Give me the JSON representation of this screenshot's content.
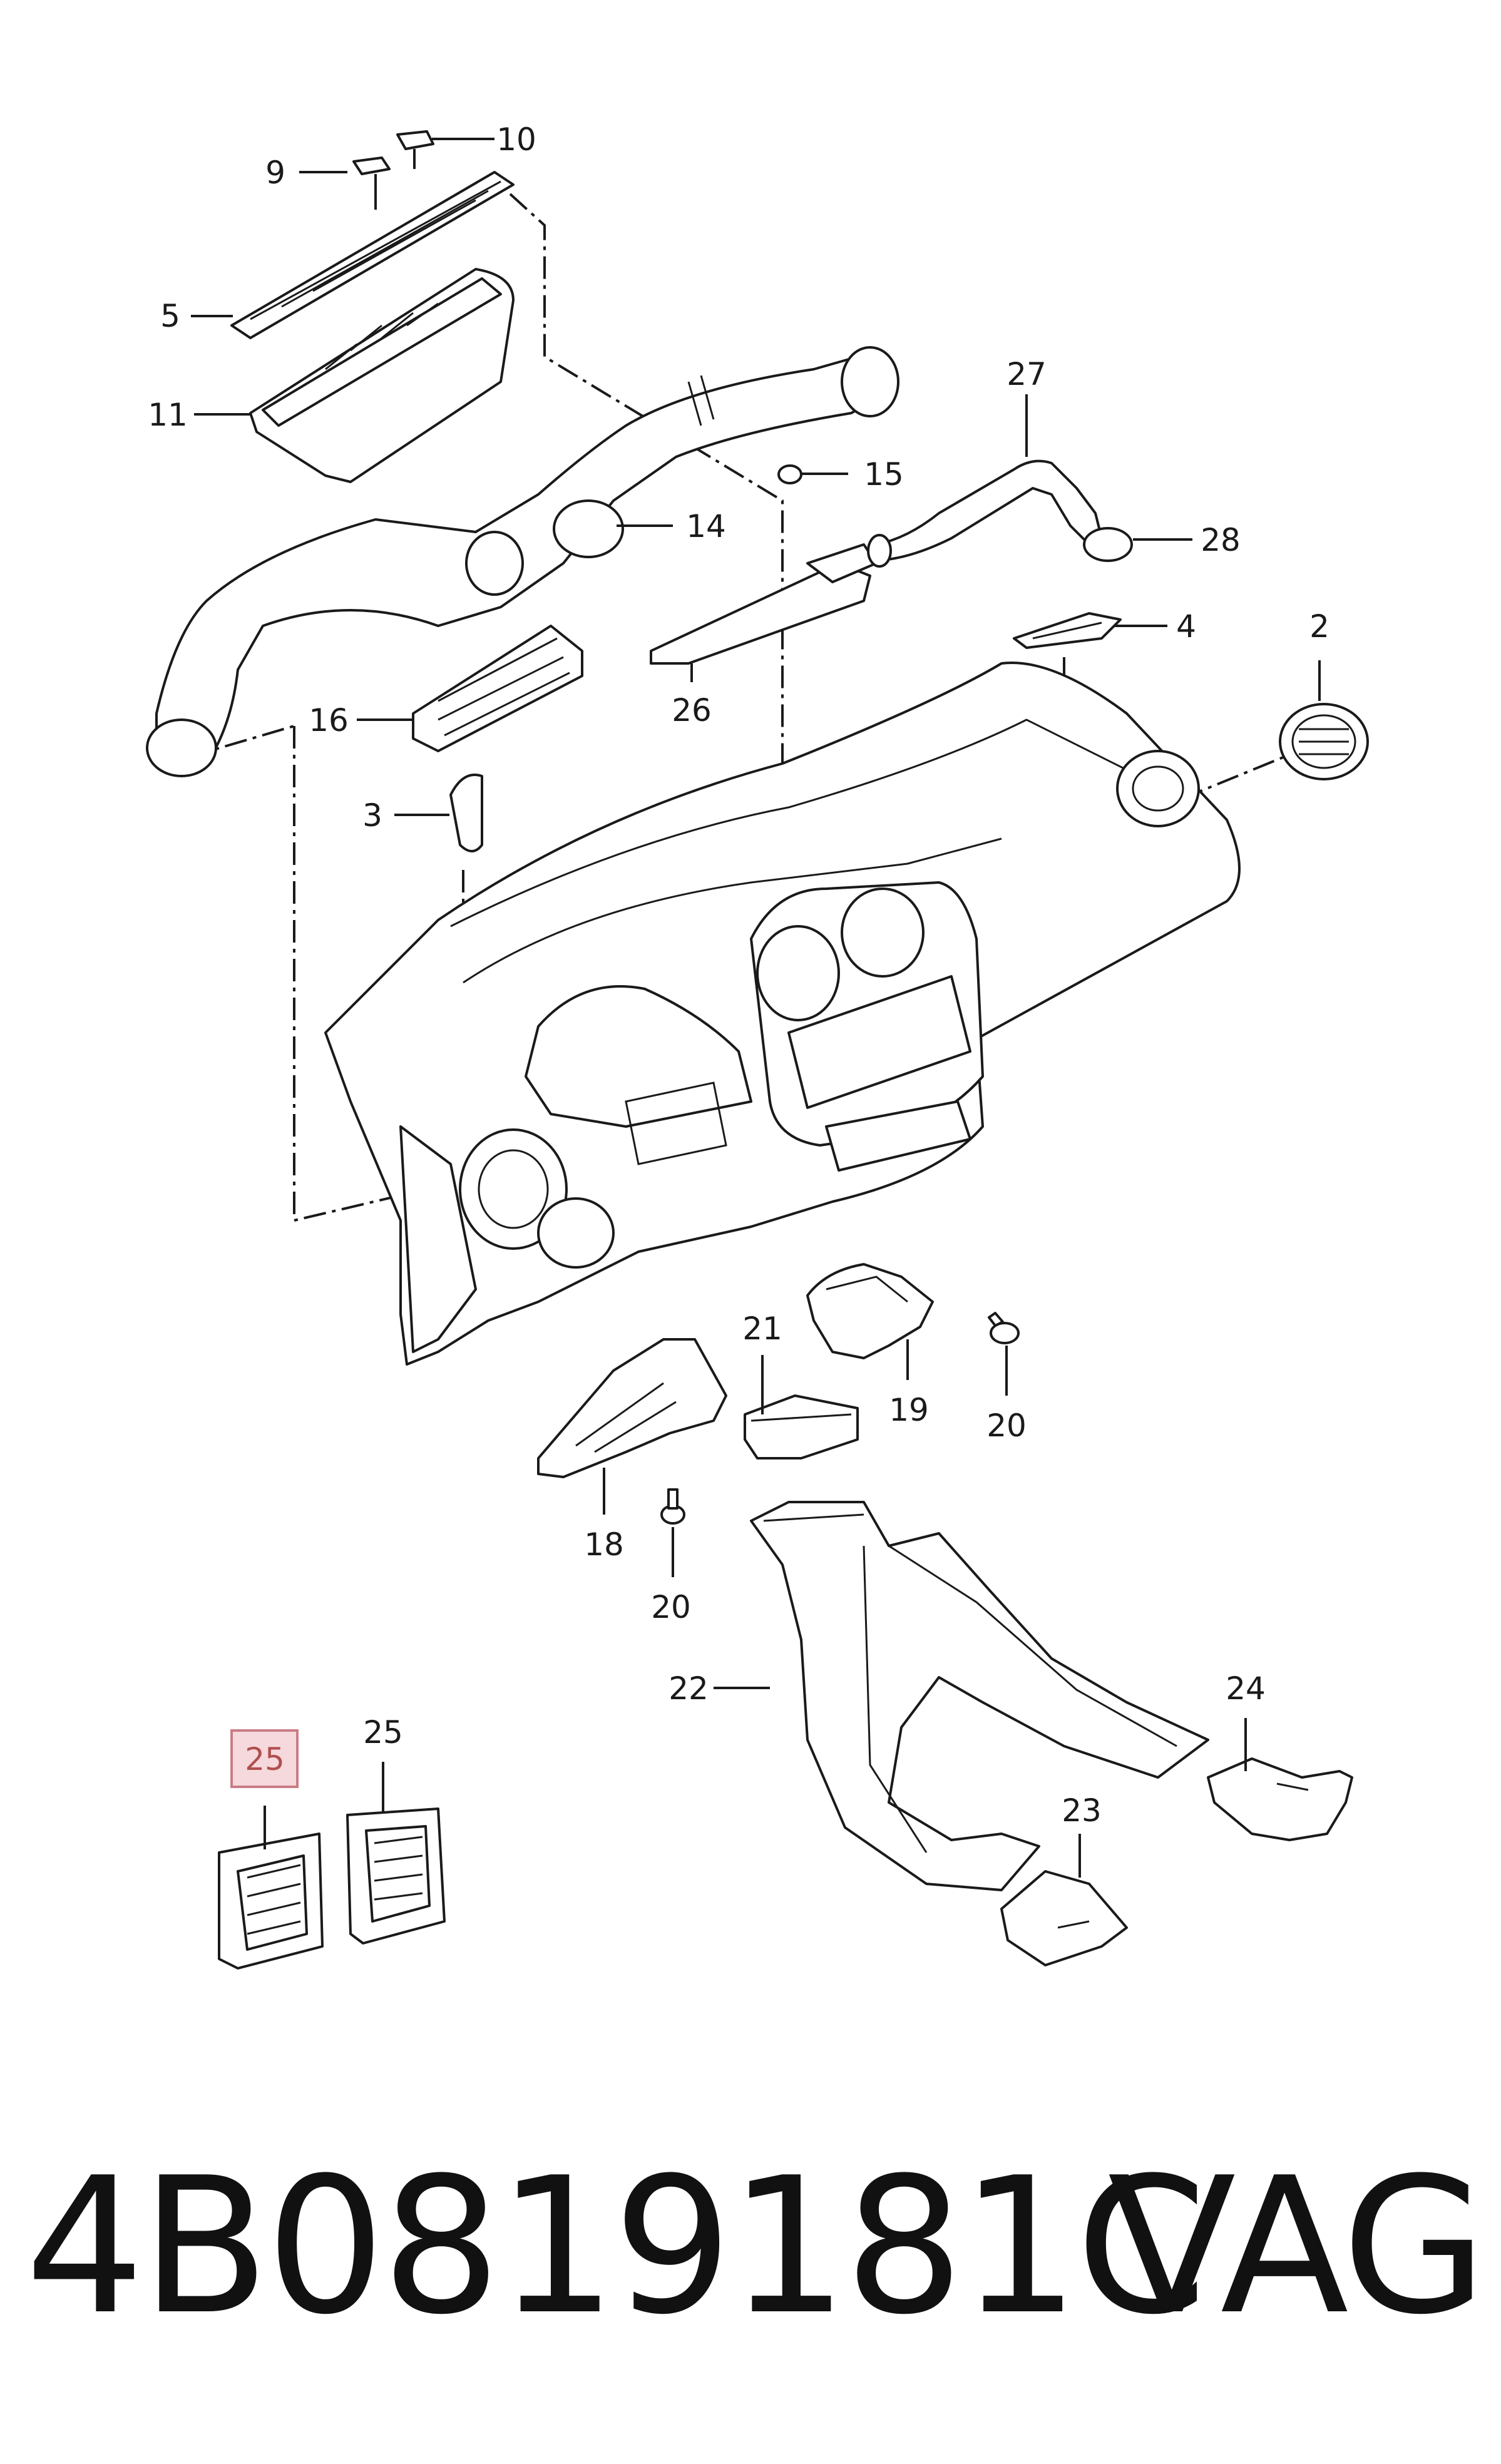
{
  "callouts": {
    "c2": "2",
    "c3": "3",
    "c4": "4",
    "c5": "5",
    "c9": "9",
    "c10": "10",
    "c11": "11",
    "c14": "14",
    "c15": "15",
    "c16": "16",
    "c18": "18",
    "c19": "19",
    "c20a": "20",
    "c20b": "20",
    "c21": "21",
    "c22": "22",
    "c23": "23",
    "c24": "24",
    "c25a": "25",
    "c25b": "25",
    "c26": "26",
    "c27": "27",
    "c28": "28"
  },
  "highlight_color": "#f6d9dc",
  "footer": {
    "part_number": "4B0819181C",
    "brand": "VAG"
  }
}
